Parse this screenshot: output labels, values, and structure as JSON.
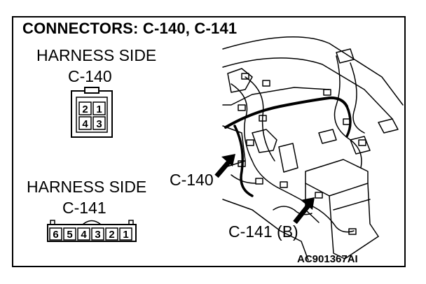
{
  "title": "CONNECTORS: C-140, C-141",
  "connector_a": {
    "side_label": "HARNESS SIDE",
    "id": "C-140",
    "pins_top": [
      "2",
      "1"
    ],
    "pins_bottom": [
      "4",
      "3"
    ]
  },
  "connector_b": {
    "side_label": "HARNESS SIDE",
    "id": "C-141",
    "pins": [
      "6",
      "5",
      "4",
      "3",
      "2",
      "1"
    ]
  },
  "callouts": {
    "c140": "C-140",
    "c141": "C-141 (B)"
  },
  "figure_code": "AC901367AI"
}
